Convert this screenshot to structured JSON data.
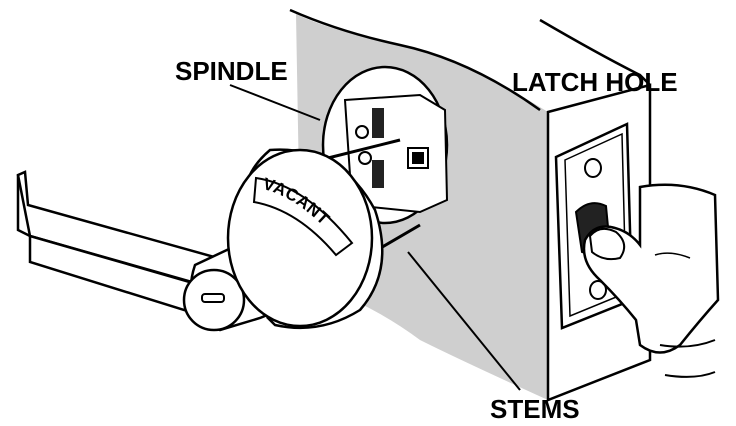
{
  "labels": {
    "spindle": "SPINDLE",
    "latch_hole": "LATCH HOLE",
    "stems": "STEMS",
    "indicator": "VACANT"
  },
  "colors": {
    "line": "#000000",
    "door_shade": "#cfcfcf",
    "door_face": "#ffffff",
    "background": "#ffffff"
  }
}
